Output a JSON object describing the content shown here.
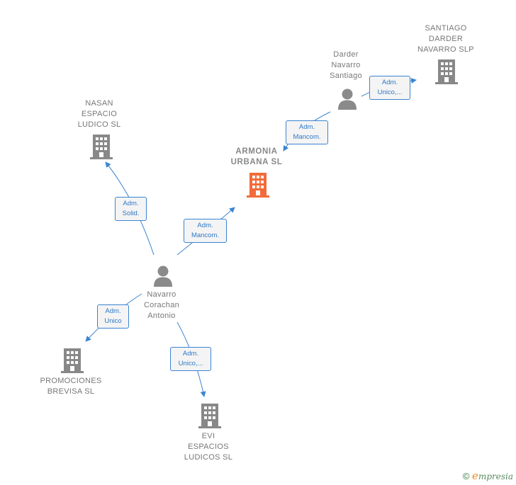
{
  "colors": {
    "accent": "#3a84d2",
    "company_main": "#f26b3a",
    "company": "#888888",
    "person": "#8a8a8a"
  },
  "nodes": {
    "armonia": {
      "name": "ARMONIA\nURBANA  SL",
      "type": "company-main"
    },
    "nasan": {
      "name": "NASAN\nESPACIO\nLUDICO SL",
      "type": "company"
    },
    "santiago_slp": {
      "name": "SANTIAGO\nDARDER\nNAVARRO  SLP",
      "type": "company"
    },
    "promociones": {
      "name": "PROMOCIONES\nBREVISA  SL",
      "type": "company"
    },
    "evi": {
      "name": "EVI\nESPACIOS\nLUDICOS SL",
      "type": "company"
    },
    "darder": {
      "name": "Darder\nNavarro\nSantiago",
      "type": "person"
    },
    "navarro": {
      "name": "Navarro\nCorachan\nAntonio",
      "type": "person"
    }
  },
  "edges": {
    "e1": {
      "line1": "Adm.",
      "line2": "Solid."
    },
    "e2": {
      "line1": "Adm.",
      "line2": "Mancom."
    },
    "e3": {
      "line1": "Adm.",
      "line2": "Mancom."
    },
    "e4": {
      "line1": "Adm.",
      "line2": "Unico,..."
    },
    "e5": {
      "line1": "Adm.",
      "line2": "Unico"
    },
    "e6": {
      "line1": "Adm.",
      "line2": "Unico,..."
    }
  },
  "copyright": {
    "symbol": "©",
    "brand_initial": "e",
    "brand_rest": "mpresia"
  }
}
